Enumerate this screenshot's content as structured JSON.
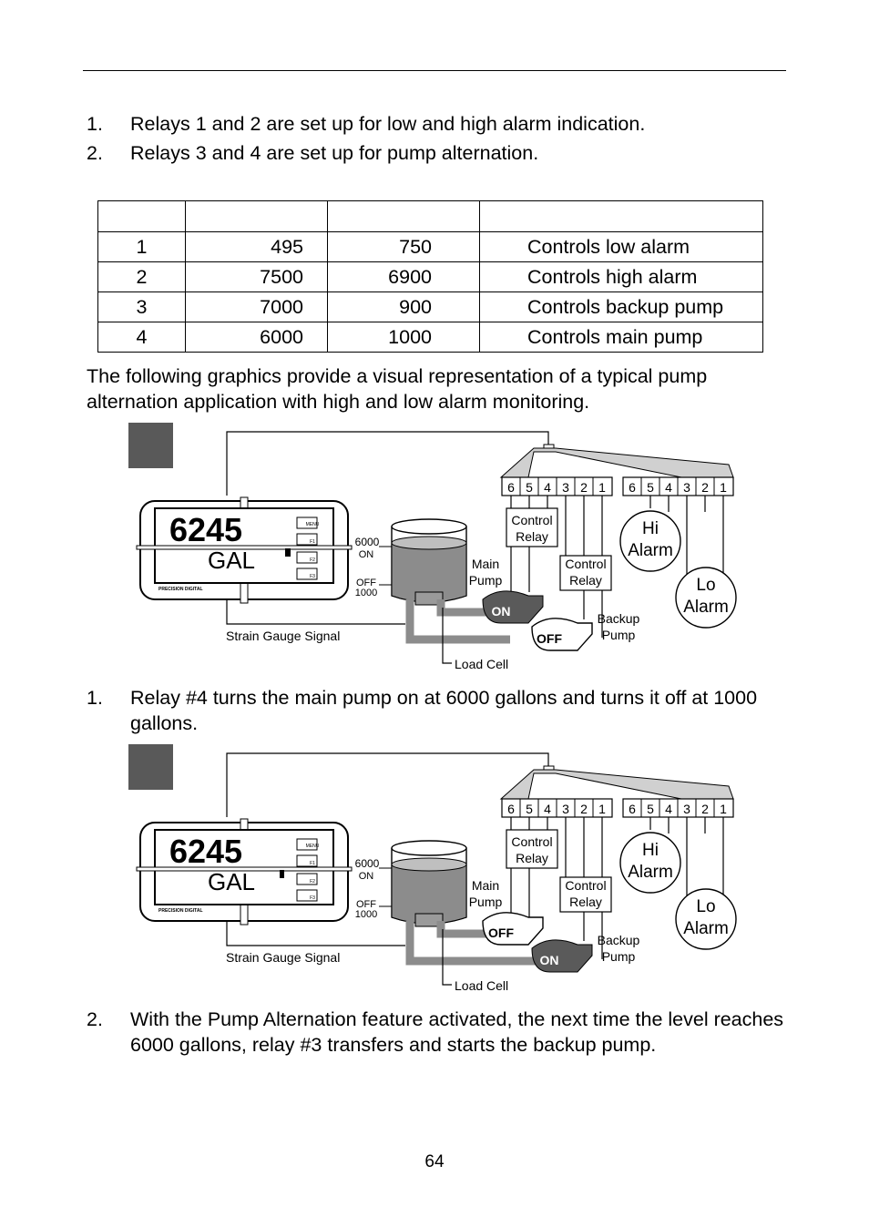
{
  "intro_list": [
    {
      "num": "1.",
      "text": "Relays 1 and 2 are set up for low and high alarm indication."
    },
    {
      "num": "2.",
      "text": "Relays 3 and 4 are set up for pump alternation."
    }
  ],
  "relay_table": {
    "rows": [
      {
        "relay": "1",
        "set": "495",
        "reset": "750",
        "function": "Controls low alarm"
      },
      {
        "relay": "2",
        "set": "7500",
        "reset": "6900",
        "function": "Controls high alarm"
      },
      {
        "relay": "3",
        "set": "7000",
        "reset": "900",
        "function": "Controls backup pump"
      },
      {
        "relay": "4",
        "set": "6000",
        "reset": "1000",
        "function": "Controls main pump"
      }
    ]
  },
  "intro_paragraph": "The following graphics provide a visual representation of a typical pump alternation application with high and low alarm monitoring.",
  "figure1": {
    "display_value": "6245",
    "display_units": "GAL",
    "level_on": "6000",
    "on_label": "ON",
    "off_label": "OFF",
    "level_off": "1000",
    "main_pump_label_1": "Main",
    "main_pump_label_2": "Pump",
    "main_pump_state": "ON",
    "backup_pump_state": "OFF",
    "backup_pump_label_1": "Backup",
    "backup_pump_label_2": "Pump",
    "control_relay_1a": "Control",
    "control_relay_1b": "Relay",
    "hi_alarm_1": "Hi",
    "hi_alarm_2": "Alarm",
    "lo_alarm_1": "Lo",
    "lo_alarm_2": "Alarm",
    "strain_gauge": "Strain Gauge Signal",
    "load_cell": "Load Cell",
    "terminals": [
      "6",
      "5",
      "4",
      "3",
      "2",
      "1",
      "6",
      "5",
      "4",
      "3",
      "2",
      "1"
    ],
    "meter_buttons": [
      "MENU",
      "F1",
      "F2",
      "F3"
    ],
    "meter_brand": "PRECISION DIGITAL"
  },
  "step1": {
    "num": "1.",
    "text": "Relay #4 turns the main pump on at 6000 gallons and turns it off at 1000 gallons."
  },
  "figure2": {
    "display_value": "6245",
    "display_units": "GAL",
    "level_on": "6000",
    "on_label": "ON",
    "off_label": "OFF",
    "level_off": "1000",
    "main_pump_label_1": "Main",
    "main_pump_label_2": "Pump",
    "main_pump_state": "OFF",
    "backup_pump_state": "ON",
    "backup_pump_label_1": "Backup",
    "backup_pump_label_2": "Pump",
    "control_relay_1a": "Control",
    "control_relay_1b": "Relay",
    "hi_alarm_1": "Hi",
    "hi_alarm_2": "Alarm",
    "lo_alarm_1": "Lo",
    "lo_alarm_2": "Alarm",
    "strain_gauge": "Strain Gauge Signal",
    "load_cell": "Load Cell",
    "terminals": [
      "6",
      "5",
      "4",
      "3",
      "2",
      "1",
      "6",
      "5",
      "4",
      "3",
      "2",
      "1"
    ],
    "meter_buttons": [
      "MENU",
      "F1",
      "F2",
      "F3"
    ],
    "meter_brand": "PRECISION DIGITAL"
  },
  "step2": {
    "num": "2.",
    "text": "With the Pump Alternation feature activated, the next time the level reaches 6000 gallons, relay #3 transfers and starts the backup pump."
  },
  "page_number": "64"
}
